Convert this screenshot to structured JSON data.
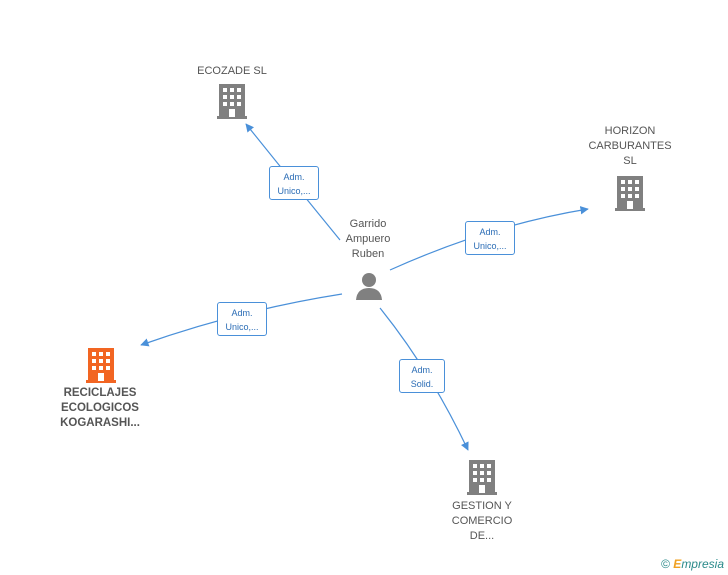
{
  "center_person": {
    "label": "Garrido\nAmpuero\nRuben",
    "icon": "person-icon"
  },
  "companies": [
    {
      "key": "ecozade",
      "label": "ECOZADE  SL",
      "icon": "building-icon",
      "color": "#808080"
    },
    {
      "key": "horizon",
      "label": "HORIZON\nCARBURANTES\nSL",
      "icon": "building-icon",
      "color": "#808080"
    },
    {
      "key": "reciclajes",
      "label": "RECICLAJES\nECOLOGICOS\nKOGARASHI...",
      "icon": "building-icon",
      "color": "#f26522"
    },
    {
      "key": "gestion",
      "label": "GESTION Y\nCOMERCIO\nDE...",
      "icon": "building-icon",
      "color": "#808080"
    }
  ],
  "edges": [
    {
      "to": "ecozade",
      "label": "Adm.\nUnico,..."
    },
    {
      "to": "horizon",
      "label": "Adm.\nUnico,..."
    },
    {
      "to": "reciclajes",
      "label": "Adm.\nUnico,..."
    },
    {
      "to": "gestion",
      "label": "Adm.\nSolid."
    }
  ],
  "colors": {
    "edge": "#4a90d9",
    "node": "#808080",
    "highlight": "#f26522"
  },
  "footer": {
    "copyright_symbol": "©",
    "brand_first": "E",
    "brand_rest": "mpresia"
  }
}
